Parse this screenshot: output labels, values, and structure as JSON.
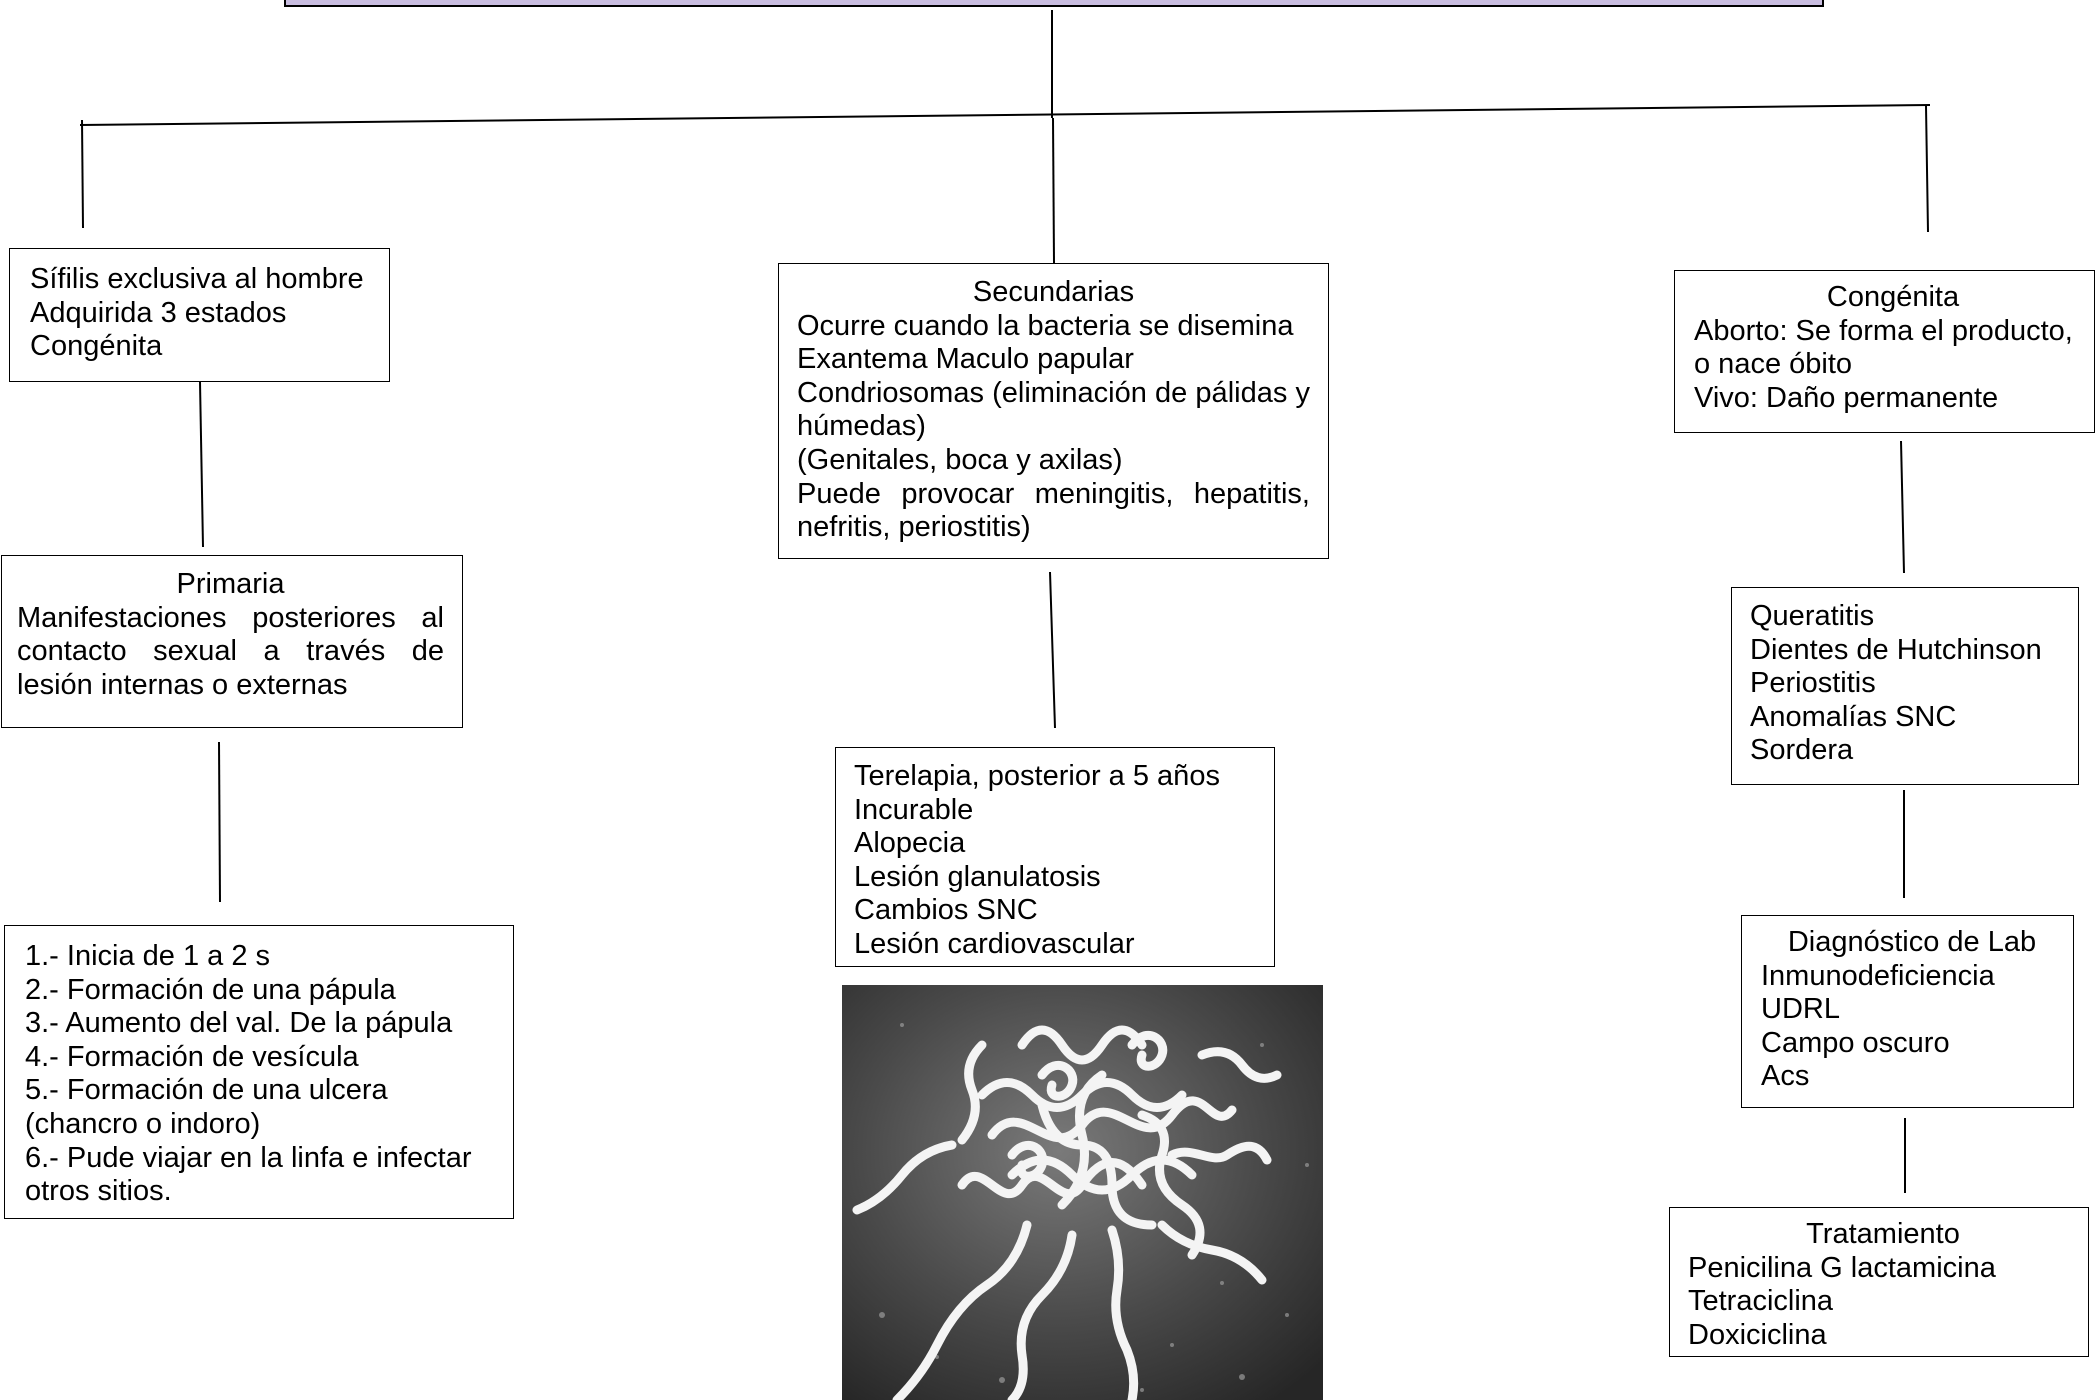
{
  "diagram": {
    "left": {
      "root": [
        "Sífilis exclusiva al hombre",
        "Adquirida 3 estados",
        "Congénita"
      ],
      "primaria_title": "Primaria",
      "primaria_text": "Manifestaciones posteriores al contacto sexual a través de lesión internas o externas",
      "stages": [
        "1.- Inicia de 1 a 2 s",
        "2.- Formación de una pápula",
        "3.- Aumento del val. De la pápula",
        "4.- Formación de vesícula",
        "5.- Formación de una ulcera",
        "(chancro o indoro)",
        "6.- Pude viajar en la linfa e infectar",
        "otros sitios."
      ]
    },
    "center": {
      "secundarias_title": "Secundarias",
      "secundarias_lines": [
        "Ocurre cuando la bacteria se disemina",
        "Exantema Maculo papular"
      ],
      "secundarias_para1": "Condriosomas (eliminación de pálidas y húmedas)",
      "secundarias_line3": "(Genitales, boca y axilas)",
      "secundarias_para2": "Puede provocar meningitis, hepatitis, nefritis, periostitis)",
      "terelapia": [
        "Terelapia, posterior a 5 años",
        "Incurable",
        "Alopecia",
        "Lesión glanulatosis",
        "Cambios SNC",
        "Lesión cardiovascular"
      ]
    },
    "right": {
      "congenita_title": "Congénita",
      "congenita_lines": [
        "Aborto: Se forma el producto,",
        "o nace óbito",
        "Vivo: Daño permanente"
      ],
      "sintomas": [
        "Queratitis",
        "Dientes de Hutchinson",
        "Periostitis",
        "Anomalías SNC",
        "Sordera"
      ],
      "diagnostico_title": "Diagnóstico de Lab",
      "diagnostico_lines": [
        "Inmunodeficiencia",
        "UDRL",
        "Campo oscuro",
        "Acs"
      ],
      "tratamiento_title": "Tratamiento",
      "tratamiento_lines": [
        "Penicilina G lactamicina",
        "Tetraciclina",
        "Doxiciclina"
      ]
    }
  },
  "colors": {
    "title_bar": "#c9bde0",
    "line": "#000000"
  }
}
